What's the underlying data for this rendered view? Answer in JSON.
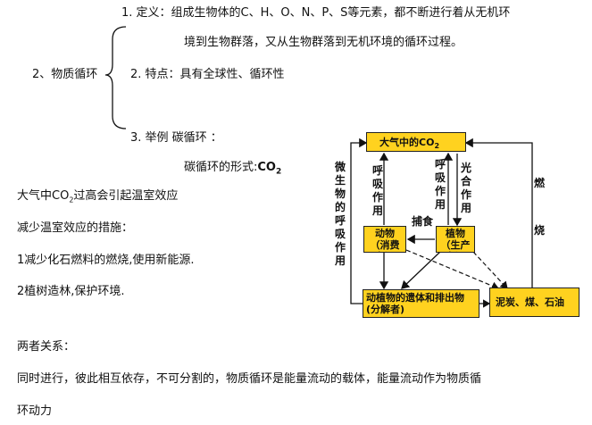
{
  "outline": {
    "definition_line1": "1. 定义：组成生物体的C、H、O、N、P、S等元素，都不断进行着从无机环",
    "definition_line2": "境到生物群落，又从生物群落到无机环境的循环过程。",
    "section_label": "2、物质循环",
    "feature": "2. 特点：具有全球性、循环性",
    "example": "3. 举例 碳循环 ：",
    "carbon_form_prefix": "碳循环的形式:",
    "carbon_form_value": "CO",
    "carbon_form_sub": "2"
  },
  "notes": {
    "greenhouse_prefix": "大气中CO",
    "greenhouse_sub": "2",
    "greenhouse_suffix": "过高会引起温室效应",
    "measures_title": "减少温室效应的措施：",
    "measure_1": "1减少化石燃料的燃烧,使用新能源.",
    "measure_2": "2植树造林,保护环境."
  },
  "relation": {
    "title": "两者关系：",
    "line1": "同时进行，彼此相互依存，不可分割的，物质循环是能量流动的载体，能量流动作为物质循",
    "line2": "环动力"
  },
  "diagram": {
    "atmosphere_prefix": "大气中的CO",
    "atmosphere_sub": "2",
    "animals": "动物（消费者）",
    "plants": "植物（生产者）",
    "remains": "动植物的遗体和排出物(分解者)",
    "fossil": "泥炭、煤、石油",
    "respiration_plants": "呼吸作用",
    "photosynthesis": "光合作用",
    "respiration_animals": "呼吸作用",
    "microbe_respiration": "微生物的呼吸作用",
    "combustion_1": "燃",
    "combustion_2": "烧",
    "predation": "捕食",
    "colors": {
      "node_fill": "#ffd21f",
      "line": "#111111"
    }
  }
}
